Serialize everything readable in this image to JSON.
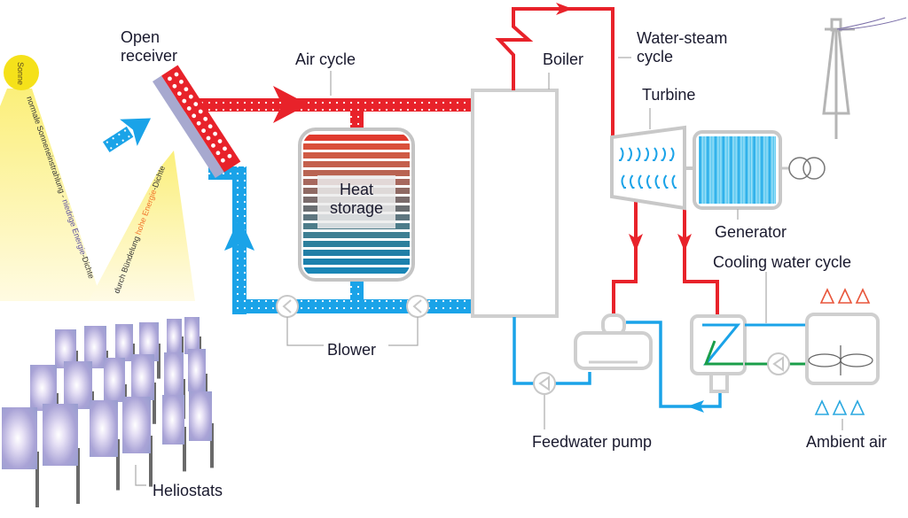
{
  "diagram": {
    "title": "Solar tower power plant with open volumetric air receiver",
    "labels": {
      "open_receiver": [
        "Open",
        "receiver"
      ],
      "air_cycle": "Air cycle",
      "heat_storage": [
        "Heat",
        "storage"
      ],
      "blower": "Blower",
      "boiler": "Boiler",
      "water_steam_cycle": [
        "Water-steam",
        "cycle"
      ],
      "turbine": "Turbine",
      "generator": "Generator",
      "cooling_water_cycle": "Cooling water cycle",
      "feedwater_pump": "Feedwater pump",
      "ambient_air": "Ambient air",
      "heliostats": "Heliostats"
    },
    "sun": {
      "label": "Sonne",
      "beam_left_text_parts": [
        "normale Sonneneinstrahlung - ",
        "niedrige Energie",
        "-Dichte"
      ],
      "beam_right_text_parts": [
        "durch Bündelung ",
        "hohe Energie",
        "-Dichte"
      ]
    },
    "colors": {
      "hot_air": "#e8222a",
      "cold_air": "#1aa3e8",
      "steam": "#e8222a",
      "water": "#1aa3e8",
      "cooling": "#1a9e4a",
      "equipment": "#c8c8c8",
      "sun": "#f5e11a",
      "beam": "#fbf29a",
      "low_energy_text": "#5a4ea0",
      "high_energy_text": "#f0722a",
      "warm_triangles": "#e8553a",
      "cool_triangles": "#2aa8e0"
    }
  }
}
